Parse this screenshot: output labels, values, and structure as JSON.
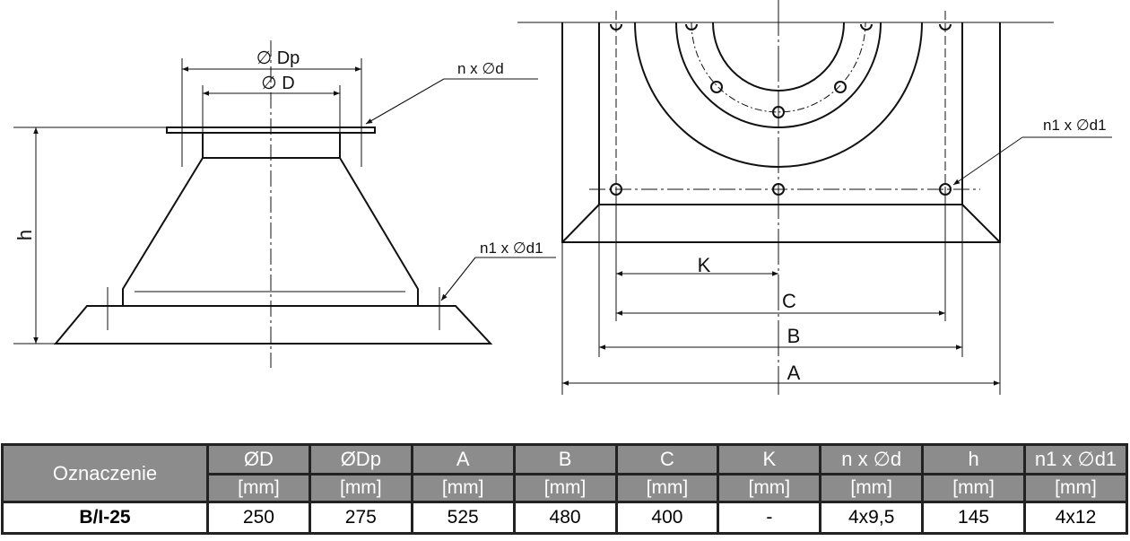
{
  "drawing": {
    "labels": {
      "dp": "∅ Dp",
      "d": "∅ D",
      "n_d": "n x ∅d",
      "h": "h",
      "n1_d1_left": "n1 x ∅d1",
      "n1_d1_right": "n1 x ∅d1",
      "k": "K",
      "c": "C",
      "b": "B",
      "a": "A"
    }
  },
  "table": {
    "designation_header": "Oznaczenie",
    "columns": [
      {
        "name": "ØD",
        "unit": "[mm]"
      },
      {
        "name": "ØDp",
        "unit": "[mm]"
      },
      {
        "name": "A",
        "unit": "[mm]"
      },
      {
        "name": "B",
        "unit": "[mm]"
      },
      {
        "name": "C",
        "unit": "[mm]"
      },
      {
        "name": "K",
        "unit": "[mm]"
      },
      {
        "name": "n x ∅d",
        "unit": "[mm]"
      },
      {
        "name": "h",
        "unit": "[mm]"
      },
      {
        "name": "n1 x ∅d1",
        "unit": "[mm]"
      }
    ],
    "rows": [
      {
        "designation": "B/I-25",
        "values": [
          "250",
          "275",
          "525",
          "480",
          "400",
          "-",
          "4x9,5",
          "145",
          "4x12"
        ]
      }
    ],
    "colors": {
      "header_bg": "#8c8c8c",
      "header_text": "#ffffff"
    }
  }
}
